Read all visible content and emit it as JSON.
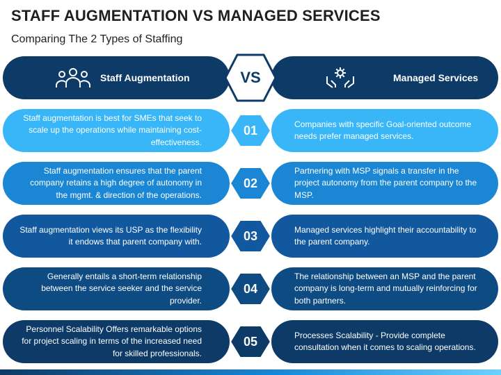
{
  "title": "STAFF AUGMENTATION VS MANAGED SERVICES",
  "subtitle": "Comparing The 2 Types of Staffing",
  "header": {
    "left_label": "Staff Augmentation",
    "vs_label": "VS",
    "right_label": "Managed Services",
    "left_icon": "people-group-icon",
    "right_icon": "gear-hands-icon"
  },
  "rows": [
    {
      "number": "01",
      "left": "Staff augmentation is best for SMEs that seek to scale up the operations while maintaining cost-effectiveness.",
      "right": "Companies with specific Goal-oriented outcome needs prefer managed services."
    },
    {
      "number": "02",
      "left": "Staff augmentation ensures that the parent company retains a high degree of autonomy in the mgmt. & direction of the operations.",
      "right": "Partnering with MSP signals a transfer in the project autonomy from the parent company to the MSP."
    },
    {
      "number": "03",
      "left": "Staff augmentation views its USP as the flexibility it endows that parent company with.",
      "right": "Managed services highlight their accountability to the parent company."
    },
    {
      "number": "04",
      "left": "Generally entails a short-term relationship between the service seeker and the service provider.",
      "right": "The relationship between an MSP and the parent company is long-term and mutually reinforcing for both partners."
    },
    {
      "number": "05",
      "left": "Personnel Scalability Offers remarkable options for project scaling in terms of the increased need for skilled professionals.",
      "right": "Processes Scalability - Provide complete consultation when it comes to scaling operations."
    }
  ],
  "colors": {
    "row1": "#38b6f7",
    "row2": "#1a86d4",
    "row3": "#12589e",
    "row4": "#0e4b82",
    "row5": "#0d3a66",
    "header": "#0d3a66"
  }
}
